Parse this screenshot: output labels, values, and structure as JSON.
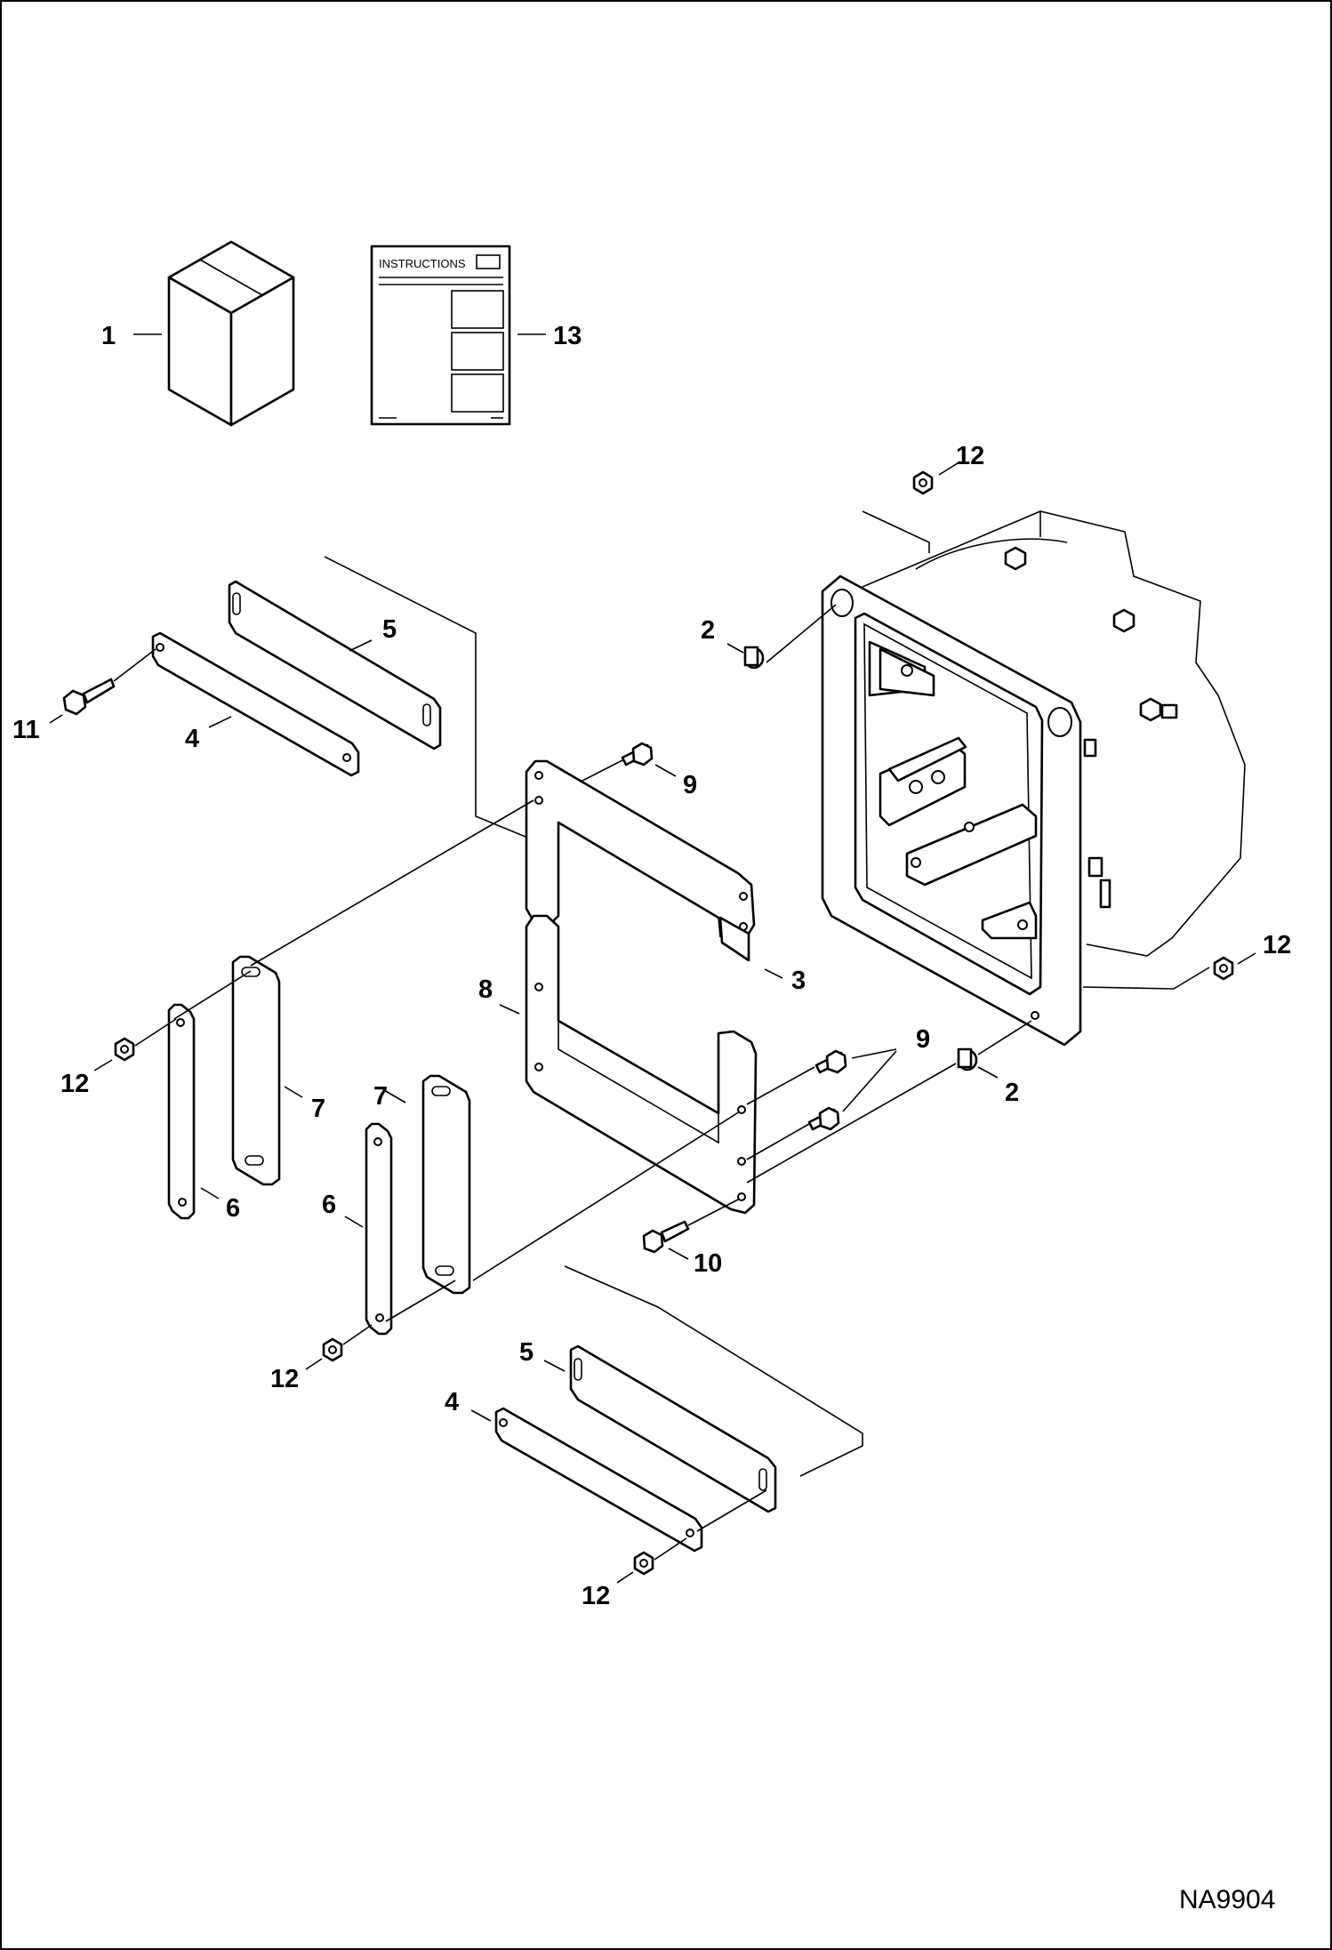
{
  "diagram": {
    "figure_id": "NA9904",
    "instructions_label": "INSTRUCTIONS",
    "callouts": {
      "c1": "1",
      "c13": "13",
      "c12_top": "12",
      "c2_top": "2",
      "c5_top": "5",
      "c11": "11",
      "c4_top": "4",
      "c9_top": "9",
      "c12_right": "12",
      "c3": "3",
      "c8": "8",
      "c9_mid": "9",
      "c2_mid": "2",
      "c12_left": "12",
      "c7_left": "7",
      "c6_left": "6",
      "c7_mid": "7",
      "c6_mid": "6",
      "c10": "10",
      "c12_low": "12",
      "c5_bottom": "5",
      "c4_bottom": "4",
      "c12_bottom": "12"
    }
  }
}
